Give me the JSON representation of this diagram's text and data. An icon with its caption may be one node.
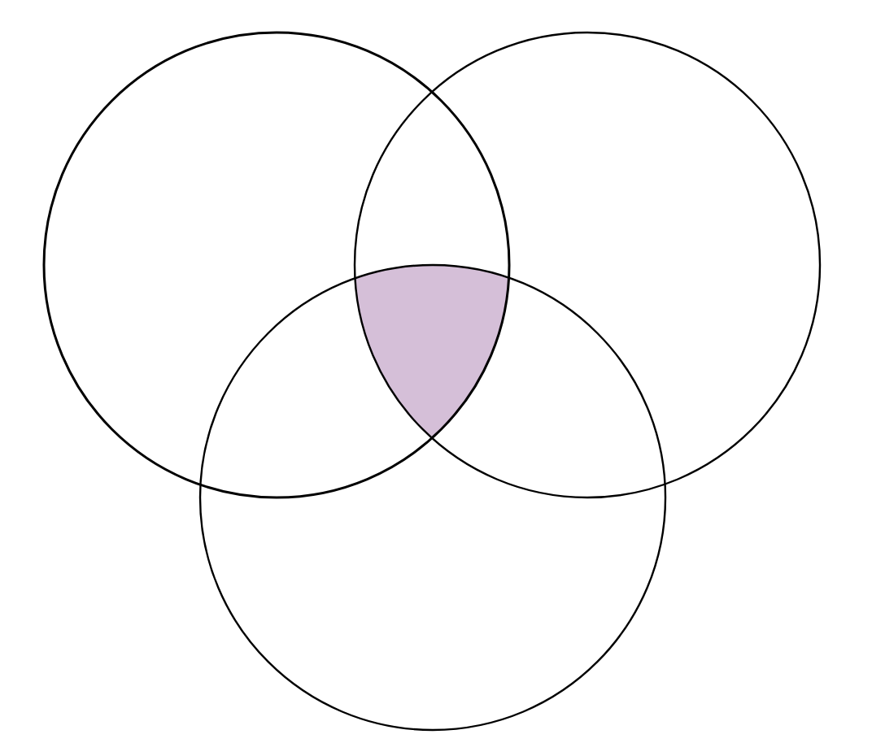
{
  "diagram": {
    "nodes": [
      {
        "text": [],
        "shape": "circle"
      },
      {
        "text": [],
        "shape": "circle"
      },
      {
        "text": [],
        "shape": "circle"
      },
      {
        "text": [],
        "shape": "region"
      }
    ]
  }
}
